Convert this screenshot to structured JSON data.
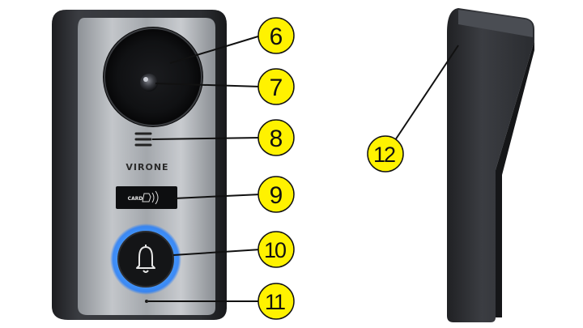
{
  "brand_logo": "VIRONE",
  "card_label": "CARD",
  "colors": {
    "callout_fill": "#fff200",
    "ring_glow": "#1e7bff",
    "housing": "#2b2d31",
    "panel": "#a9adb2"
  },
  "icons": [
    "camera-icon",
    "speaker-grille-icon",
    "card-reader-icon",
    "bell-icon",
    "microphone-icon"
  ],
  "callouts": [
    {
      "number": "6"
    },
    {
      "number": "7"
    },
    {
      "number": "8"
    },
    {
      "number": "9"
    },
    {
      "number": "10"
    },
    {
      "number": "11"
    },
    {
      "number": "12"
    }
  ]
}
